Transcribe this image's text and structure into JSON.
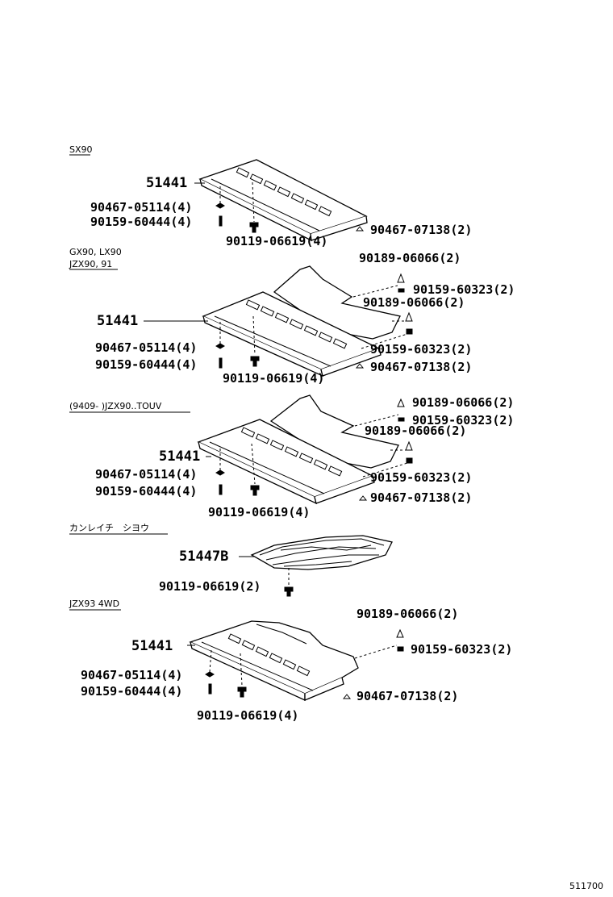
{
  "sections": [
    {
      "captions": [
        "SX90"
      ],
      "labels": {
        "panel": "51441",
        "nut": "90467-05114(4)",
        "screw": "90159-60444(4)",
        "bolt": "90119-06619(4)",
        "clip": "90467-07138(2)"
      }
    },
    {
      "captions": [
        "GX90, LX90",
        "JZX90, 91"
      ],
      "labels": {
        "clip_a": "90189-06066(2)",
        "screw_a": "90159-60323(2)",
        "clip_b": "90189-06066(2)",
        "panel": "51441",
        "nut": "90467-05114(4)",
        "screw_b": "90159-60323(2)",
        "screw": "90159-60444(4)",
        "clip": "90467-07138(2)",
        "bolt": "90119-06619(4)"
      }
    },
    {
      "captions": [
        "(9409-      )JZX90..TOUV"
      ],
      "labels": {
        "clip_a": "90189-06066(2)",
        "screw_a": "90159-60323(2)",
        "clip_b": "90189-06066(2)",
        "panel": "51441",
        "nut": "90467-05114(4)",
        "screw_b": "90159-60323(2)",
        "screw": "90159-60444(4)",
        "clip": "90467-07138(2)",
        "bolt": "90119-06619(4)"
      }
    },
    {
      "captions": [
        "カンレイチ　シヨウ"
      ],
      "labels": {
        "panel": "51447B",
        "bolt": "90119-06619(2)"
      }
    },
    {
      "captions": [
        "JZX93 4WD"
      ],
      "labels": {
        "clip_a": "90189-06066(2)",
        "screw_a": "90159-60323(2)",
        "panel": "51441",
        "nut": "90467-05114(4)",
        "screw": "90159-60444(4)",
        "clip": "90467-07138(2)",
        "bolt": "90119-06619(4)"
      }
    }
  ],
  "page_code": "511700"
}
